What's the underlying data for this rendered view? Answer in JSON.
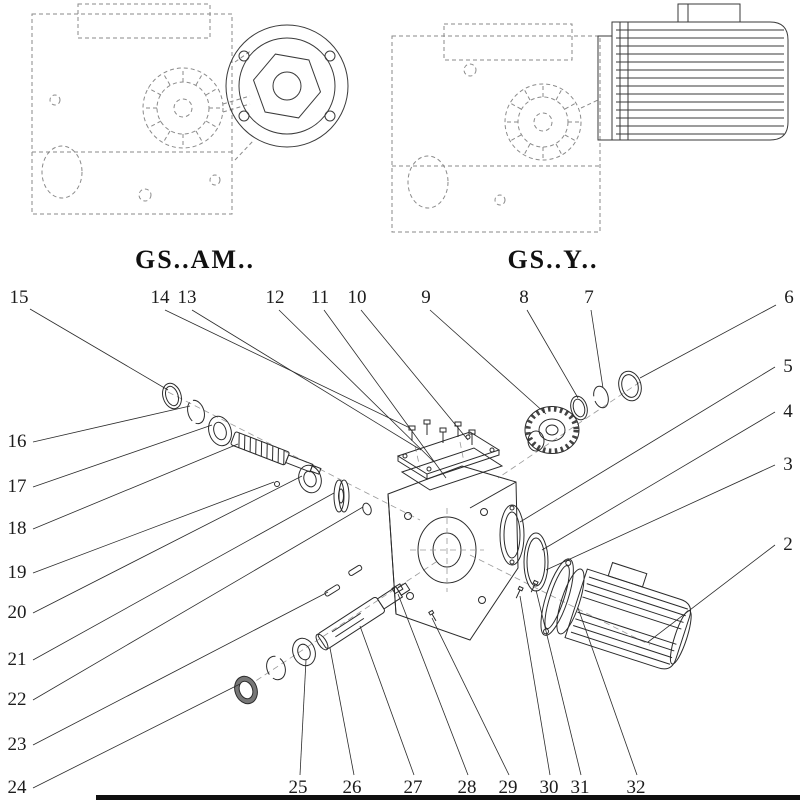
{
  "variant_labels": [
    "GS..AM..",
    "GS..Y.."
  ],
  "part_numbers": {
    "top_row": [
      "15",
      "14",
      "13",
      "12",
      "11",
      "10",
      "9",
      "8",
      "7",
      "6"
    ],
    "left_column": [
      "16",
      "17",
      "18",
      "19",
      "20",
      "21",
      "22",
      "23",
      "24"
    ],
    "right_column": [
      "5",
      "4",
      "3",
      "2"
    ],
    "bottom_row": [
      "25",
      "26",
      "27",
      "28",
      "29",
      "30",
      "31",
      "32"
    ]
  },
  "colors": {
    "line": "#2b2b2b",
    "ghost": "#8a8a8a",
    "background": "#ffffff"
  }
}
